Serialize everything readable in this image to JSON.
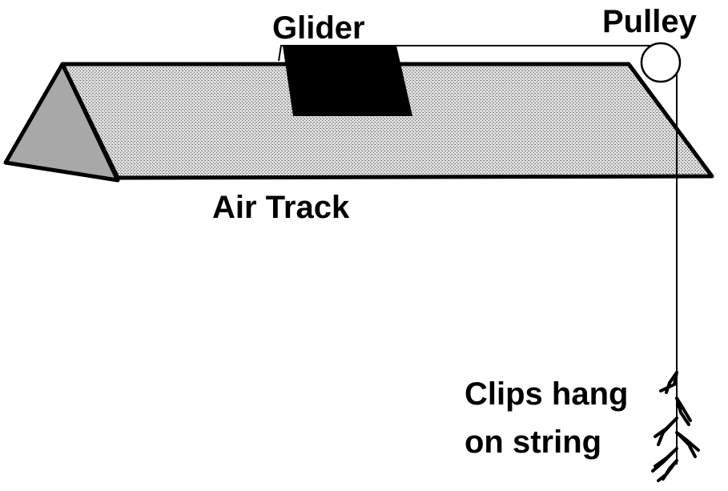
{
  "labels": {
    "glider": "Glider",
    "pulley": "Pulley",
    "air_track": "Air Track",
    "clips_line1": "Clips hang",
    "clips_line2": "on string"
  },
  "colors": {
    "stroke": "#000000",
    "glider_fill": "#000000",
    "end_cap_fill": "#a8a8a8",
    "track_texture": "#b5b5b5",
    "background": "#ffffff"
  },
  "icons": {
    "pulley": "circle",
    "clips": "paper-clip-cluster"
  }
}
